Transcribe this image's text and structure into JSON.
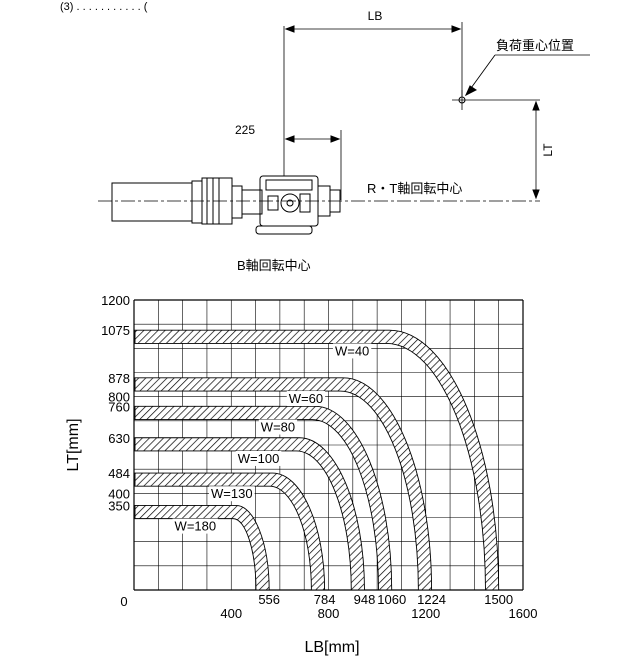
{
  "header": {
    "fragment": "(3) . . . . . . . . . . . ("
  },
  "top_diagram": {
    "lb_label": "LB",
    "lt_label": "LT",
    "dim_225": "225",
    "load_center_label": "負荷重心位置",
    "rt_axis_label": "R・T軸回転中心",
    "b_axis_label": "B軸回転中心"
  },
  "chart_data": {
    "type": "line",
    "xlabel": "LB[mm]",
    "ylabel": "LT[mm]",
    "xlim": [
      0,
      1600
    ],
    "ylim": [
      0,
      1200
    ],
    "grid": true,
    "x_ticks_main": [
      "0",
      "400",
      "800",
      "1200",
      "1600"
    ],
    "x_ticks_marked": [
      "556",
      "784",
      "948",
      "1060",
      "1224",
      "1500"
    ],
    "y_ticks": [
      "0",
      "350",
      "400",
      "484",
      "630",
      "760",
      "800",
      "878",
      "1075",
      "1200"
    ],
    "series": [
      {
        "name": "W=40",
        "lt_max": 1075,
        "lb_max": 1500,
        "lb_knee": 1050
      },
      {
        "name": "W=60",
        "lt_max": 878,
        "lb_max": 1224,
        "lb_knee": 860
      },
      {
        "name": "W=80",
        "lt_max": 760,
        "lb_max": 1060,
        "lb_knee": 745
      },
      {
        "name": "W=100",
        "lt_max": 630,
        "lb_max": 948,
        "lb_knee": 680
      },
      {
        "name": "W=130",
        "lt_max": 484,
        "lb_max": 784,
        "lb_knee": 570
      },
      {
        "name": "W=180",
        "lt_max": 350,
        "lb_max": 556,
        "lb_knee": 420
      }
    ]
  }
}
